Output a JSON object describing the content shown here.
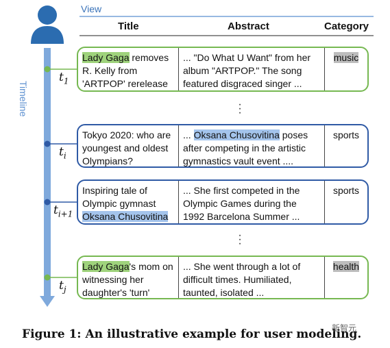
{
  "header": {
    "view_label": "View",
    "col_title": "Title",
    "col_abstract": "Abstract",
    "col_category": "Category"
  },
  "timeline": {
    "label": "Timeline",
    "markers": [
      {
        "base": "t",
        "sub": "1"
      },
      {
        "base": "t",
        "sub": "i"
      },
      {
        "base": "t",
        "sub": "i+1"
      },
      {
        "base": "t",
        "sub": "j"
      }
    ]
  },
  "rows": [
    {
      "title": [
        {
          "text": "Lady Gaga",
          "hl": "green"
        },
        {
          "text": " removes R. Kelly from 'ARTPOP' rerelease",
          "hl": ""
        }
      ],
      "abstract": [
        {
          "text": "... \"Do What U Want\" from her album \"ARTPOP.\" The song featured disgraced singer ...",
          "hl": ""
        }
      ],
      "category": [
        {
          "text": "music",
          "hl": "gray"
        }
      ]
    },
    {
      "title": [
        {
          "text": "Tokyo 2020: who are youngest and oldest Olympians?",
          "hl": ""
        }
      ],
      "abstract": [
        {
          "text": "... ",
          "hl": ""
        },
        {
          "text": "Oksana Chusovitina",
          "hl": "blue"
        },
        {
          "text": " poses after competing in the artistic gymnastics vault event ....",
          "hl": ""
        }
      ],
      "category": [
        {
          "text": "sports",
          "hl": ""
        }
      ]
    },
    {
      "title": [
        {
          "text": "Inspiring tale of Olympic gymnast ",
          "hl": ""
        },
        {
          "text": "Oksana Chusovitina",
          "hl": "blue"
        }
      ],
      "abstract": [
        {
          "text": "... She first competed in the Olympic Games during the 1992 Barcelona Summer ...",
          "hl": ""
        }
      ],
      "category": [
        {
          "text": "sports",
          "hl": ""
        }
      ]
    },
    {
      "title": [
        {
          "text": "Lady Gaga",
          "hl": "green"
        },
        {
          "text": "'s mom on witnessing her daughter's 'turn'",
          "hl": ""
        }
      ],
      "abstract": [
        {
          "text": "... She went through a lot of difficult times. Humiliated, taunted, isolated ...",
          "hl": ""
        }
      ],
      "category": [
        {
          "text": "health",
          "hl": "gray"
        }
      ]
    }
  ],
  "colors": {
    "green": "#76b851",
    "blue": "#2f5aa5",
    "timeline": "#7fa9dc",
    "user_icon": "#2b6cb0"
  },
  "caption": "Figure 1: An illustrative example for user modeling.",
  "watermark": "新智元"
}
